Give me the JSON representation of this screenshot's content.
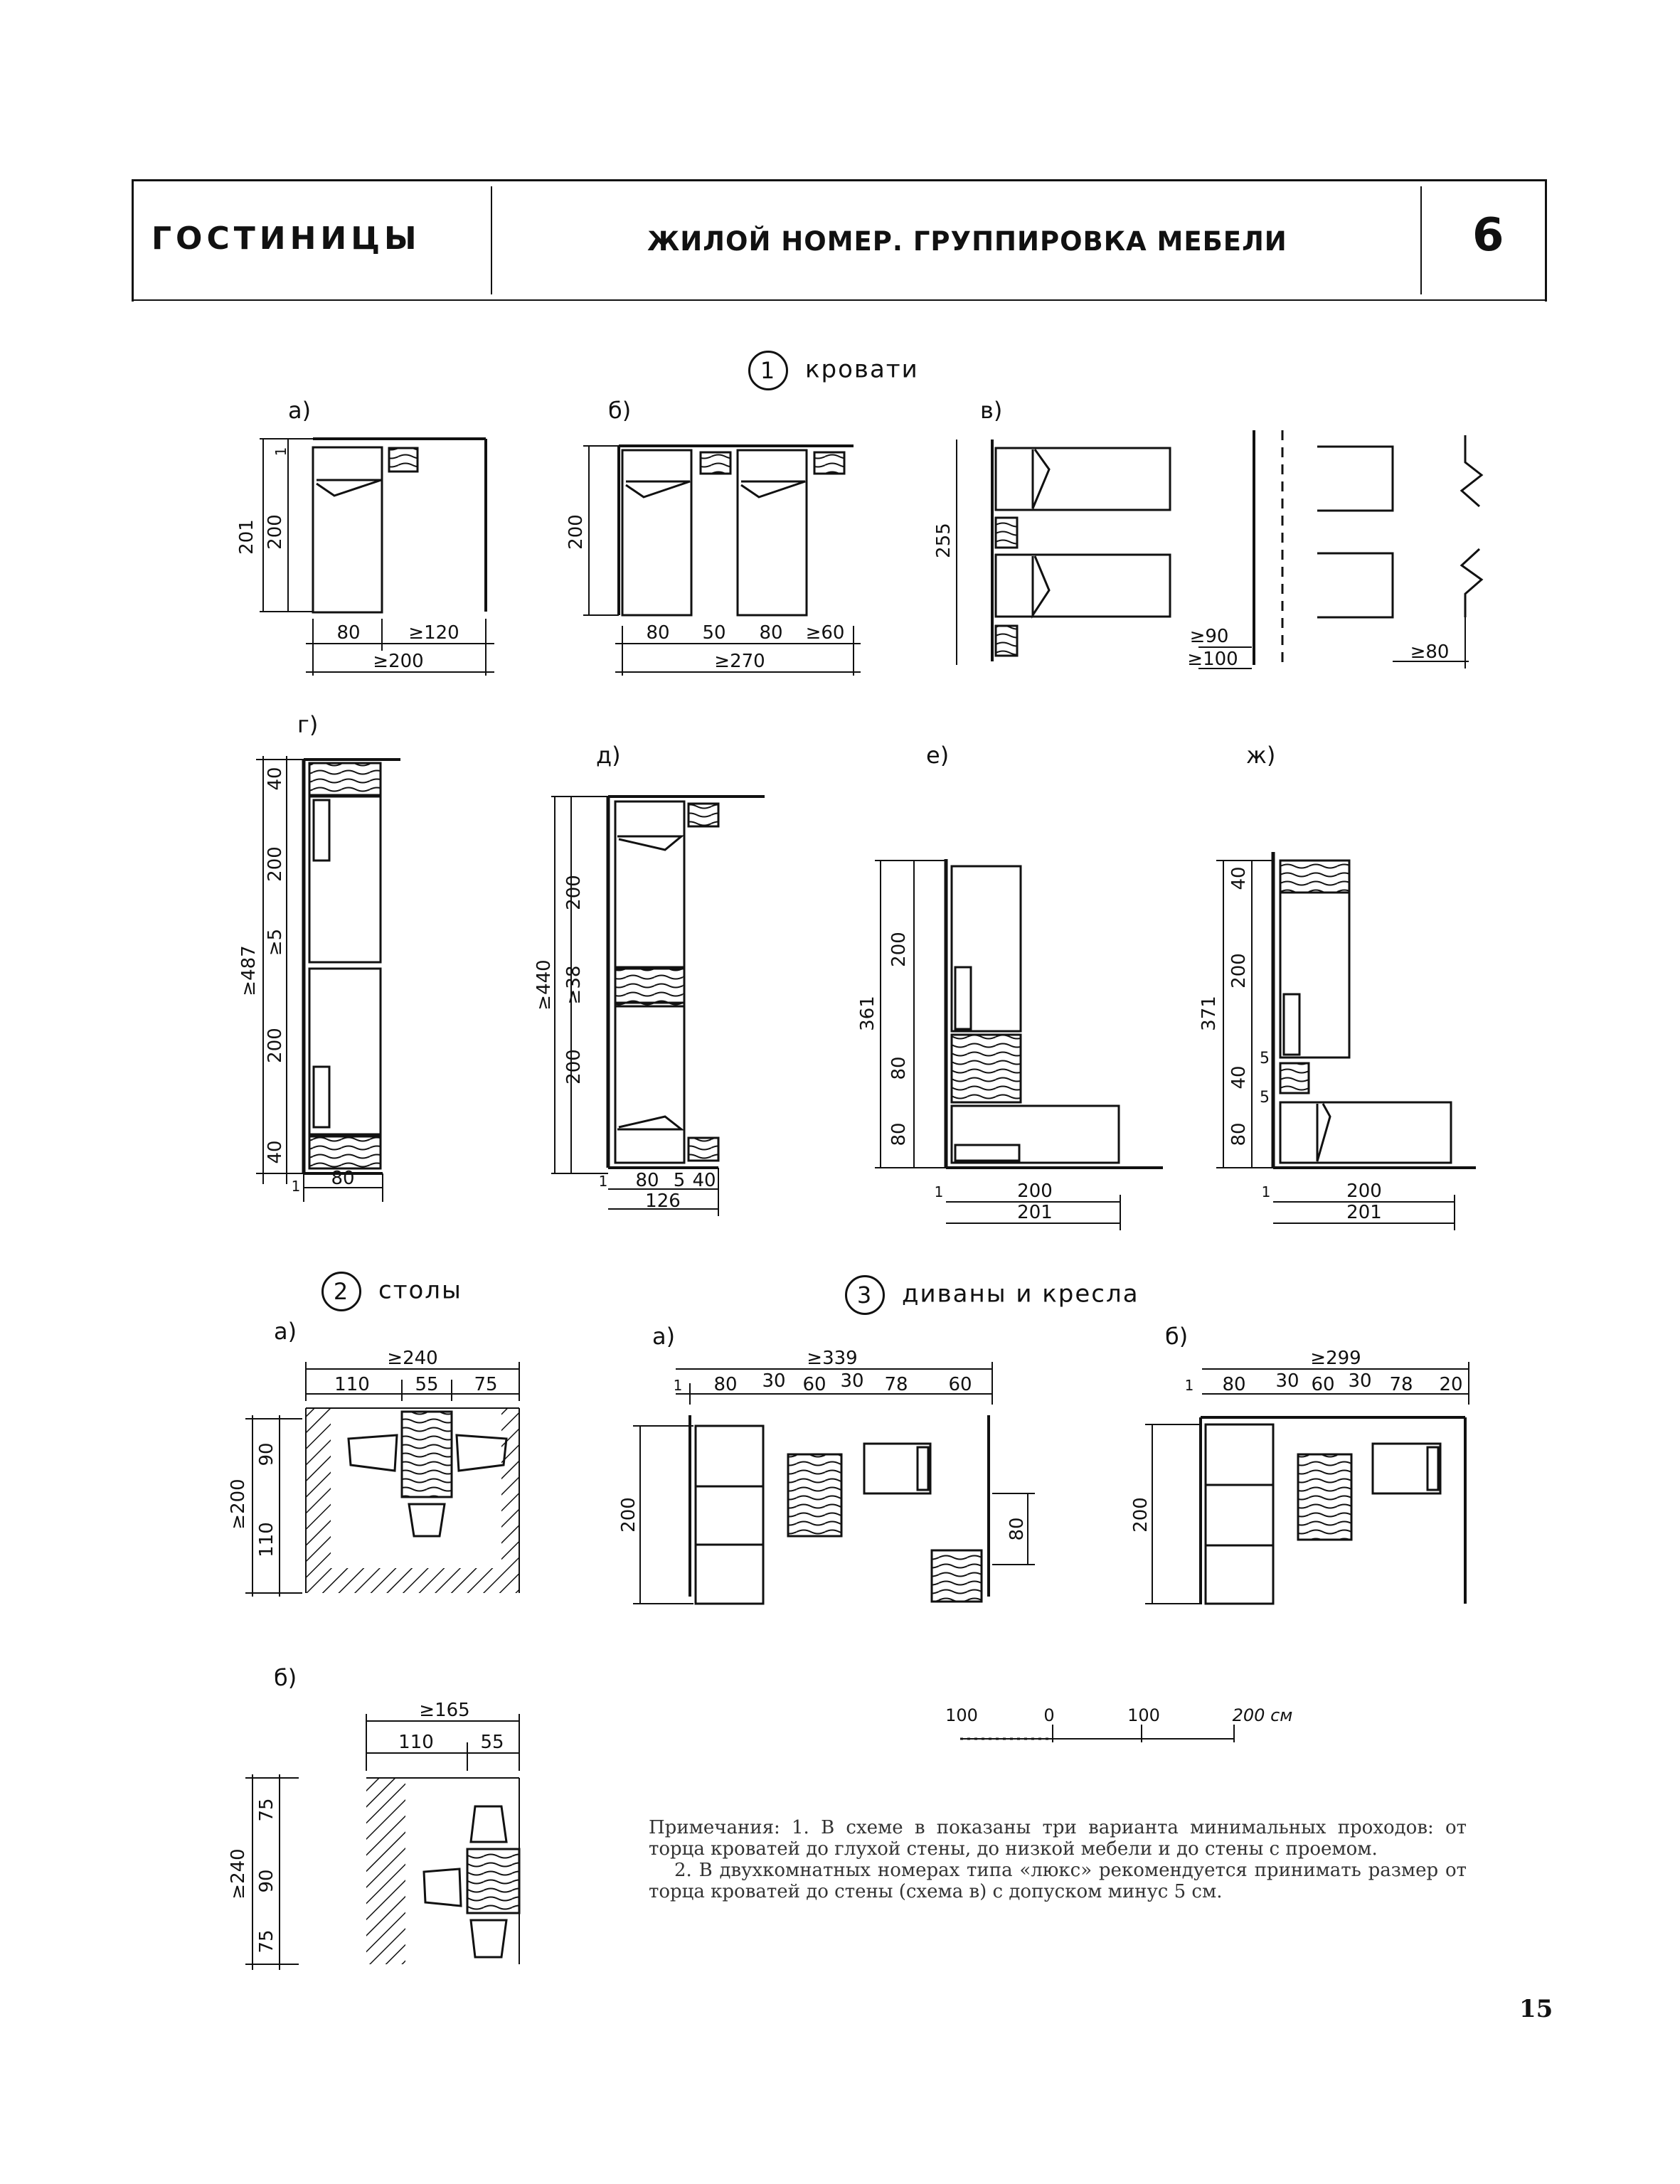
{
  "header": {
    "section": "ГОСТИНИЦЫ",
    "title": "ЖИЛОЙ НОМЕР. ГРУППИРОВКА МЕБЕЛИ",
    "sheet": "6"
  },
  "sections": {
    "beds": {
      "num": "1",
      "label": "кровати"
    },
    "tables": {
      "num": "2",
      "label": "столы"
    },
    "sofas": {
      "num": "3",
      "label": "диваны и кресла"
    }
  },
  "sub_labels": {
    "a": "а)",
    "b": "б)",
    "v": "в)",
    "g": "г)",
    "d": "д)",
    "e": "е)",
    "zh": "ж)"
  },
  "dims": {
    "b_a": {
      "d201": "201",
      "d200": "200",
      "d1": "1",
      "w80": "80",
      "w120": "≥120",
      "w200": "≥200"
    },
    "b_b": {
      "d200": "200",
      "w80a": "80",
      "w50": "50",
      "w80b": "80",
      "w60": "≥60",
      "w270": "≥270"
    },
    "b_v": {
      "d255": "255",
      "w90": "≥90",
      "w100": "≥100",
      "w80": "≥80"
    },
    "b_g": {
      "d487": "≥487",
      "d40a": "40",
      "d200a": "200",
      "d5": "≥5",
      "d200b": "200",
      "d40b": "40",
      "d1": "1",
      "w80": "80"
    },
    "b_d": {
      "d440": "≥440",
      "d200a": "200",
      "d38": "≥38",
      "d200b": "200",
      "d1": "1",
      "w80": "80",
      "w5": "5",
      "w40": "40",
      "w126": "126"
    },
    "b_e": {
      "d361": "361",
      "d200": "200",
      "d80a": "80",
      "d80b": "80",
      "d1": "1",
      "w200": "200",
      "w201": "201"
    },
    "b_zh": {
      "d371": "371",
      "d40a": "40",
      "d200": "200",
      "d40b": "40",
      "d5a": "5",
      "d5b": "5",
      "d80": "80",
      "d1": "1",
      "w200": "200",
      "w201": "201"
    },
    "t_a": {
      "w240": "≥240",
      "w110": "110",
      "w55": "55",
      "w75": "75",
      "d200": "≥200",
      "d90": "90",
      "d110": "110"
    },
    "t_b": {
      "w165": "≥165",
      "w110": "110",
      "w55": "55",
      "d240": "≥240",
      "d75a": "75",
      "d90": "90",
      "d75b": "75"
    },
    "s_a": {
      "w339": "≥339",
      "w1": "1",
      "w80": "80",
      "w30a": "30",
      "w60a": "60",
      "w30b": "30",
      "w78": "78",
      "w60b": "60",
      "d200": "200",
      "d80": "80"
    },
    "s_b": {
      "w299": "≥299",
      "w1": "1",
      "w80": "80",
      "w30a": "30",
      "w60": "60",
      "w30b": "30",
      "w78": "78",
      "w20": "20",
      "d200": "200"
    }
  },
  "scale": {
    "t100l": "100",
    "t0": "0",
    "t100r": "100",
    "t200": "200 см"
  },
  "notes": {
    "p1": "Примечания: 1. В схеме в показаны три варианта минимальных проходов: от торца кроватей до глухой стены, до низкой мебели и до стены с проемом.",
    "p2": "2. В двухкомнатных номерах типа «люкс» рекомендуется принимать размер от торца кроватей до стены (схема в) с допуском минус 5 см."
  },
  "page_number": "15"
}
